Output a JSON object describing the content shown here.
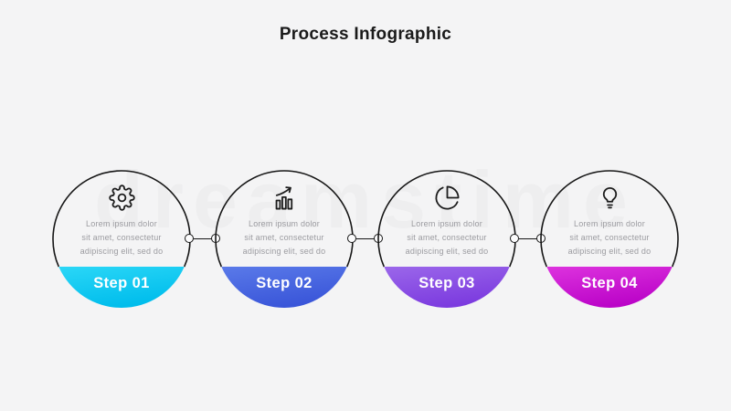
{
  "title": "Process Infographic",
  "watermark": "dreamstime",
  "steps": [
    {
      "label": "Step 01",
      "icon": "gear-icon",
      "description_lines": [
        "Lorem ipsum dolor",
        "sit amet, consectetur",
        "adipiscing elit, sed do"
      ],
      "colors": {
        "top": "#2BD7F7",
        "bottom": "#00BDEC"
      }
    },
    {
      "label": "Step 02",
      "icon": "growth-chart-icon",
      "description_lines": [
        "Lorem ipsum dolor",
        "sit amet, consectetur",
        "adipiscing elit, sed do"
      ],
      "colors": {
        "top": "#5A7AE9",
        "bottom": "#3A56D9"
      }
    },
    {
      "label": "Step 03",
      "icon": "pie-chart-icon",
      "description_lines": [
        "Lorem ipsum dolor",
        "sit amet, consectetur",
        "adipiscing elit, sed do"
      ],
      "colors": {
        "top": "#9B67EA",
        "bottom": "#7C3BDF"
      }
    },
    {
      "label": "Step 04",
      "icon": "lightbulb-icon",
      "description_lines": [
        "Lorem ipsum dolor",
        "sit amet, consectetur",
        "adipiscing elit, sed do"
      ],
      "colors": {
        "top": "#DD33DE",
        "bottom": "#BB04C8"
      }
    }
  ]
}
